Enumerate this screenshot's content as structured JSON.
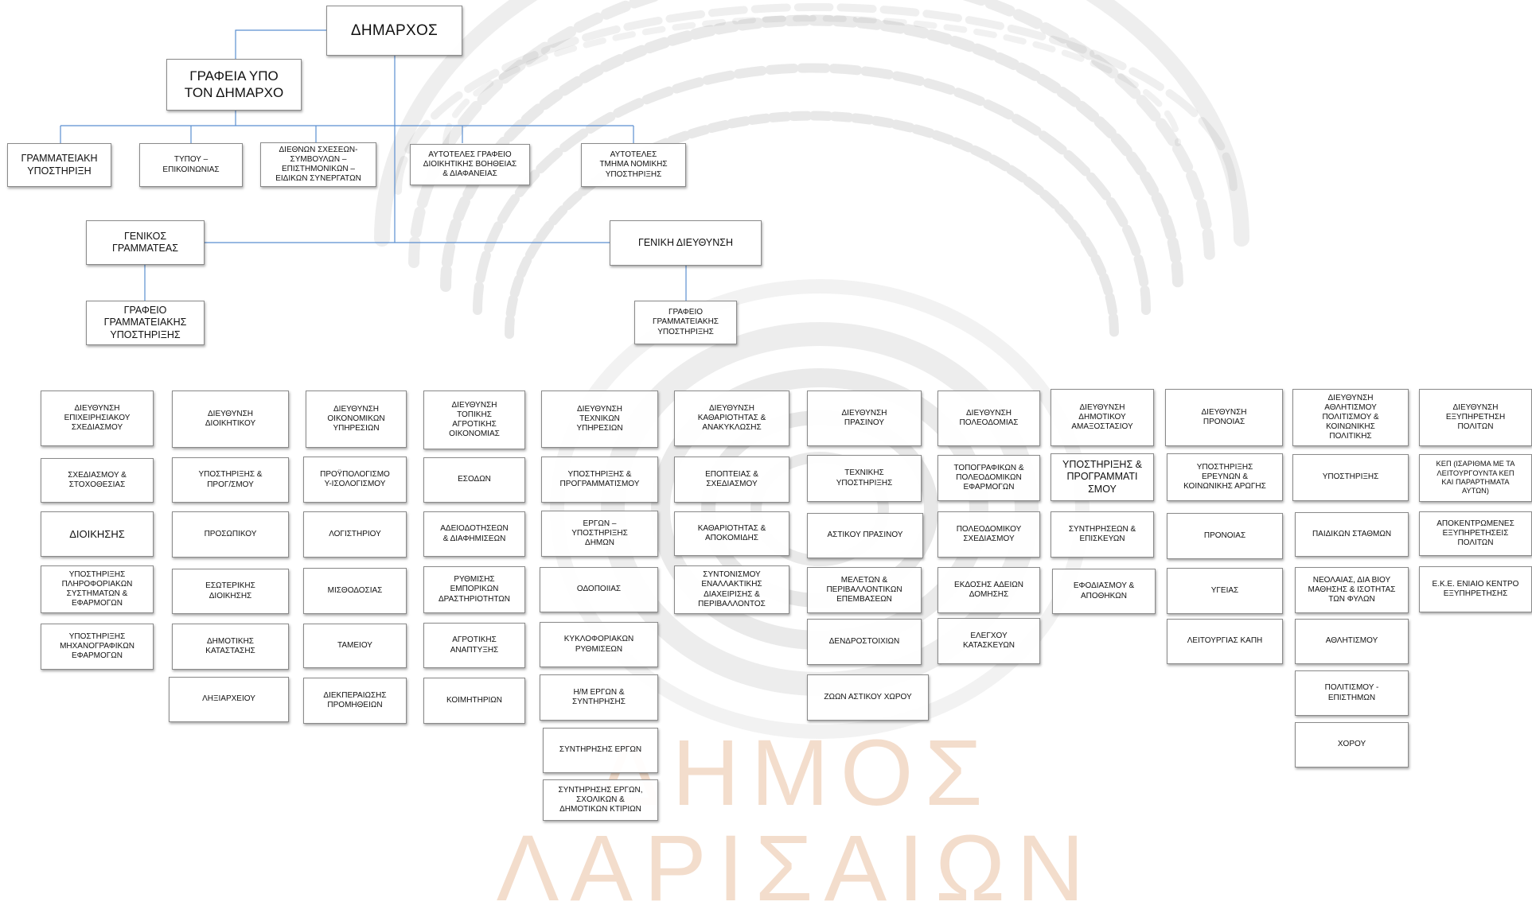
{
  "watermark": {
    "text": "ΔΗΜΟΣ ΛΑΡΙΣΑΙΩΝ"
  },
  "colors": {
    "connector": "#5b8fd0",
    "box_border": "#8a8a8a",
    "watermark": "#e6b48f",
    "theatre": "#7a7a7a"
  },
  "top": {
    "mayor": "ΔΗΜΑΡΧΟΣ",
    "mayor_offices": "ΓΡΑΦΕΙΑ ΥΠΟ\nΤΟΝ ΔΗΜΑΡΧΟ",
    "offices": [
      "ΓΡΑΜΜΑΤΕΙΑΚΗ\nΥΠΟΣΤΗΡΙΞΗ",
      "ΤΥΠΟΥ –\nΕΠΙΚΟΙΝΩΝΙΑΣ",
      "ΔΙΕΘΝΩΝ ΣΧΕΣΕΩΝ-\nΣΥΜΒΟΥΛΩΝ –\nΕΠΙΣΤΗΜΟΝΙΚΩΝ –\nΕΙΔΙΚΩΝ ΣΥΝΕΡΓΑΤΩΝ",
      "ΑΥΤΟΤΕΛΕΣ ΓΡΑΦΕΙΟ\nΔΙΟΙΚΗΤΙΚΗΣ ΒΟΗΘΕΙΑΣ\n& ΔΙΑΦΑΝΕΙΑΣ",
      "ΑΥΤΟΤΕΛΕΣ\nΤΜΗΜΑ ΝΟΜΙΚΗΣ\nΥΠΟΣΤΗΡΙΞΗΣ"
    ],
    "secretary_general": "ΓΕΝΙΚΟΣ\nΓΡΑΜΜΑΤΕΑΣ",
    "secretary_office": "ΓΡΑΦΕΙΟ\nΓΡΑΜΜΑΤΕΙΑΚΗΣ\nΥΠΟΣΤΗΡΙΞΗΣ",
    "general_directorate": "ΓΕΝΙΚΗ ΔΙΕΥΘΥΝΣΗ",
    "general_directorate_office": "ΓΡΑΦΕΙΟ\nΓΡΑΜΜΑΤΕΙΑΚΗΣ\nΥΠΟΣΤΗΡΙΞΗΣ"
  },
  "directorates": [
    {
      "title": "ΔΙΕΥΘΥΝΣΗ\nΕΠΙΧΕΙΡΗΣΙΑΚΟΥ\nΣΧΕΔΙΑΣΜΟΥ",
      "units": [
        "ΣΧΕΔΙΑΣΜΟΥ &\nΣΤΟΧΟΘΕΣΙΑΣ",
        "ΔΙΟΙΚΗΣΗΣ",
        "ΥΠΟΣΤΗΡΙΞΗΣ\nΠΛΗΡΟΦΟΡΙΑΚΩΝ\nΣΥΣΤΗΜΑΤΩΝ &\nΕΦΑΡΜΟΓΩΝ",
        "ΥΠΟΣΤΗΡΙΞΗΣ\nΜΗΧΑΝΟΓΡΑΦΙΚΩΝ\nΕΦΑΡΜΟΓΩΝ"
      ]
    },
    {
      "title": "ΔΙΕΥΘΥΝΣΗ\nΔΙΟΙΚΗΤΙΚΟΥ",
      "units": [
        "ΥΠΟΣΤΗΡΙΞΗΣ &\nΠΡΟΓ/ΣΜΟΥ",
        "ΠΡΟΣΩΠΙΚΟΥ",
        "ΕΣΩΤΕΡΙΚΗΣ\nΔΙΟΙΚΗΣΗΣ",
        "ΔΗΜΟΤΙΚΗΣ\nΚΑΤΑΣΤΑΣΗΣ",
        "ΛΗΞΙΑΡΧΕΙΟΥ"
      ]
    },
    {
      "title": "ΔΙΕΥΘΥΝΣΗ\nΟΙΚΟΝΟΜΙΚΩΝ\nΥΠΗΡΕΣΙΩΝ",
      "units": [
        "ΠΡΟΫΠΟΛΟΓΙΣΜΟ\nΥ-ΙΣΟΛΟΓΙΣΜΟΥ",
        "ΛΟΓΙΣΤΗΡΙΟΥ",
        "ΜΙΣΘΟΔΟΣΙΑΣ",
        "ΤΑΜΕΙΟΥ",
        "ΔΙΕΚΠΕΡΑΙΩΣΗΣ\nΠΡΟΜΗΘΕΙΩΝ"
      ]
    },
    {
      "title": "ΔΙΕΥΘΥΝΣΗ\nΤΟΠΙΚΗΣ\nΑΓΡΟΤΙΚΗΣ\nΟΙΚΟΝΟΜΙΑΣ",
      "units": [
        "ΕΣΟΔΩΝ",
        "ΑΔΕΙΟΔΟΤΗΣΕΩΝ\n& ΔΙΑΦΗΜΙΣΕΩΝ",
        "ΡΥΘΜΙΣΗΣ\nΕΜΠΟΡΙΚΩΝ\nΔΡΑΣΤΗΡΙΟΤΗΤΩΝ",
        "ΑΓΡΟΤΙΚΗΣ\nΑΝΑΠΤΥΞΗΣ",
        "ΚΟΙΜΗΤΗΡΙΩΝ"
      ]
    },
    {
      "title": "ΔΙΕΥΘΥΝΣΗ\nΤΕΧΝΙΚΩΝ\nΥΠΗΡΕΣΙΩΝ",
      "units": [
        "ΥΠΟΣΤΗΡΙΞΗΣ &\nΠΡΟΓΡΑΜΜΑΤΙΣΜΟΥ",
        "ΕΡΓΩΝ –\nΥΠΟΣΤΗΡΙΞΗΣ\nΔΗΜΩΝ",
        "ΟΔΟΠΟΙΙΑΣ",
        "ΚΥΚΛΟΦΟΡΙΑΚΩΝ\nΡΥΘΜΙΣΕΩΝ",
        "Η/Μ ΕΡΓΩΝ &\nΣΥΝΤΗΡΗΣΗΣ",
        "ΣΥΝΤΗΡΗΣΗΣ ΕΡΓΩΝ",
        "ΣΥΝΤΗΡΗΣΗΣ ΕΡΓΩΝ,\nΣΧΟΛΙΚΩΝ &\nΔΗΜΟΤΙΚΩΝ ΚΤΙΡΙΩΝ"
      ]
    },
    {
      "title": "ΔΙΕΥΘΥΝΣΗ\nΚΑΘΑΡΙΟΤΗΤΑΣ &\nΑΝΑΚΥΚΛΩΣΗΣ",
      "units": [
        "ΕΠΟΠΤΕΙΑΣ &\nΣΧΕΔΙΑΣΜΟΥ",
        "ΚΑΘΑΡΙΟΤΗΤΑΣ &\nΑΠΟΚΟΜΙΔΗΣ",
        "ΣΥΝΤΟΝΙΣΜΟΥ\nΕΝΑΛΛΑΚΤΙΚΗΣ\nΔΙΑΧΕΙΡΙΣΗΣ &\nΠΕΡΙΒΑΛΛΟΝΤΟΣ"
      ]
    },
    {
      "title": "ΔΙΕΥΘΥΝΣΗ\nΠΡΑΣΙΝΟΥ",
      "units": [
        "ΤΕΧΝΙΚΗΣ\nΥΠΟΣΤΗΡΙΞΗΣ",
        "ΑΣΤΙΚΟΥ ΠΡΑΣΙΝΟΥ",
        "ΜΕΛΕΤΩΝ &\nΠΕΡΙΒΑΛΛΟΝΤΙΚΩΝ\nΕΠΕΜΒΑΣΕΩΝ",
        "ΔΕΝΔΡΟΣΤΟΙΧΙΩΝ",
        "ΖΩΩΝ ΑΣΤΙΚΟΥ ΧΩΡΟΥ"
      ]
    },
    {
      "title": "ΔΙΕΥΘΥΝΣΗ\nΠΟΛΕΟΔΟΜΙΑΣ",
      "units": [
        "ΤΟΠΟΓΡΑΦΙΚΩΝ &\nΠΟΛΕΟΔΟΜΙΚΩΝ\nΕΦΑΡΜΟΓΩΝ",
        "ΠΟΛΕΟΔΟΜΙΚΟΥ\nΣΧΕΔΙΑΣΜΟΥ",
        "ΕΚΔΟΣΗΣ ΑΔΕΙΩΝ\nΔΟΜΗΣΗΣ",
        "ΕΛΕΓΧΟΥ\nΚΑΤΑΣΚΕΥΩΝ"
      ]
    },
    {
      "title": "ΔΙΕΥΘΥΝΣΗ\nΔΗΜΟΤΙΚΟΥ\nΑΜΑΞΟΣΤΑΣΙΟΥ",
      "units": [
        "ΥΠΟΣΤΗΡΙΞΗΣ &\nΠΡΟΓΡΑΜΜΑΤΙ\nΣΜΟΥ",
        "ΣΥΝΤΗΡΗΣΕΩΝ &\nΕΠΙΣΚΕΥΩΝ",
        "ΕΦΟΔΙΑΣΜΟΥ &\nΑΠΟΘΗΚΩΝ"
      ]
    },
    {
      "title": "ΔΙΕΥΘΥΝΣΗ\nΠΡΟΝΟΙΑΣ",
      "units": [
        "ΥΠΟΣΤΗΡΙΞΗΣ\nΕΡΕΥΝΩΝ &\nΚΟΙΝΩΝΙΚΗΣ ΑΡΩΓΗΣ",
        "ΠΡΟΝΟΙΑΣ",
        "ΥΓΕΙΑΣ",
        "ΛΕΙΤΟΥΡΓΙΑΣ ΚΑΠΗ"
      ]
    },
    {
      "title": "ΔΙΕΥΘΥΝΣΗ\nΑΘΛΗΤΙΣΜΟΥ\nΠΟΛΙΤΙΣΜΟΥ &\nΚΟΙΝΩΝΙΚΗΣ\nΠΟΛΙΤΙΚΗΣ",
      "units": [
        "ΥΠΟΣΤΗΡΙΞΗΣ",
        "ΠΑΙΔΙΚΩΝ ΣΤΑΘΜΩΝ",
        "ΝΕΟΛΑΙΑΣ, ΔΙΑ ΒΙΟΥ\nΜΑΘΗΣΗΣ & ΙΣΟΤΗΤΑΣ\nΤΩΝ ΦΥΛΩΝ",
        "ΑΘΛΗΤΙΣΜΟΥ",
        "ΠΟΛΙΤΙΣΜΟΥ -\nΕΠΙΣΤΗΜΩΝ",
        "ΧΟΡΟΥ"
      ]
    },
    {
      "title": "ΔΙΕΥΘΥΝΣΗ\nΕΞΥΠΗΡΕΤΗΣΗ\nΠΟΛΙΤΩΝ",
      "units": [
        "ΚΕΠ (ΙΣΑΡΙΘΜΑ ΜΕ ΤΑ\nΛΕΙΤΟΥΡΓΟΥΝΤΑ ΚΕΠ\nΚΑΙ ΠΑΡΑΡΤΗΜΑΤΑ\nΑΥΤΩΝ)",
        "ΑΠΟΚΕΝΤΡΩΜΕΝΕΣ\nΕΞΥΠΗΡΕΤΗΣΕΙΣ\nΠΟΛΙΤΩΝ",
        "Ε.Κ.Ε. ΕΝΙΑΙΟ ΚΕΝΤΡΟ\nΕΞΥΠΗΡΕΤΗΣΗΣ"
      ]
    }
  ]
}
